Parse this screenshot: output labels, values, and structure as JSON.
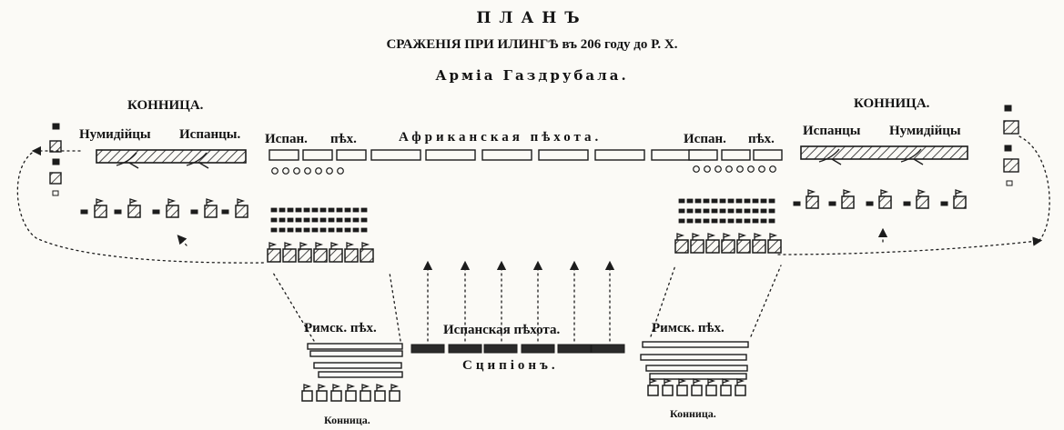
{
  "title": {
    "line1": "ПЛАНЪ",
    "line2": "СРАЖЕНІЯ ПРИ ИЛИНГѢ въ 206 году до Р. Х.",
    "line3": "Арміа Газдрубала."
  },
  "labels": {
    "cavalry_left": "КОННИЦА.",
    "cavalry_right": "КОННИЦА.",
    "numidians_left": "Нумидійцы",
    "spaniards_left": "Испанцы.",
    "spaniards_right": "Испанцы",
    "numidians_right": "Нумидійцы",
    "span_inf_left_a": "Испан.",
    "span_inf_left_b": "пѣх.",
    "african_infantry": "Африканская пѣхота.",
    "span_inf_right_a": "Испан.",
    "span_inf_right_b": "пѣх.",
    "roman_inf_left": "Римск. пѣх.",
    "spanish_infantry": "Испанская пѣхота.",
    "roman_inf_right": "Римск. пѣх.",
    "scipio": "Сципіонъ.",
    "cavalry_bottom_left": "Конница.",
    "cavalry_bottom_right": "Конница."
  }
}
